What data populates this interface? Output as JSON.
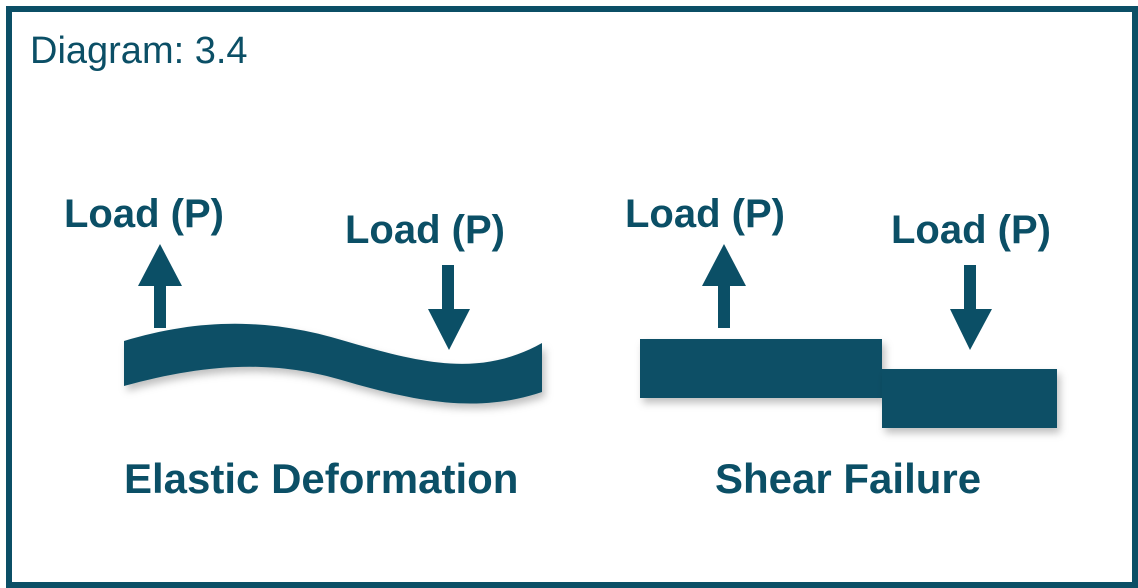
{
  "title": "Diagram: 3.4",
  "panels": [
    {
      "load_up": "Load (P)",
      "load_down": "Load (P)",
      "caption": "Elastic Deformation"
    },
    {
      "load_up": "Load (P)",
      "load_down": "Load (P)",
      "caption": "Shear Failure"
    }
  ],
  "colors": {
    "primary": "#0b4f66",
    "background": "#ffffff"
  }
}
